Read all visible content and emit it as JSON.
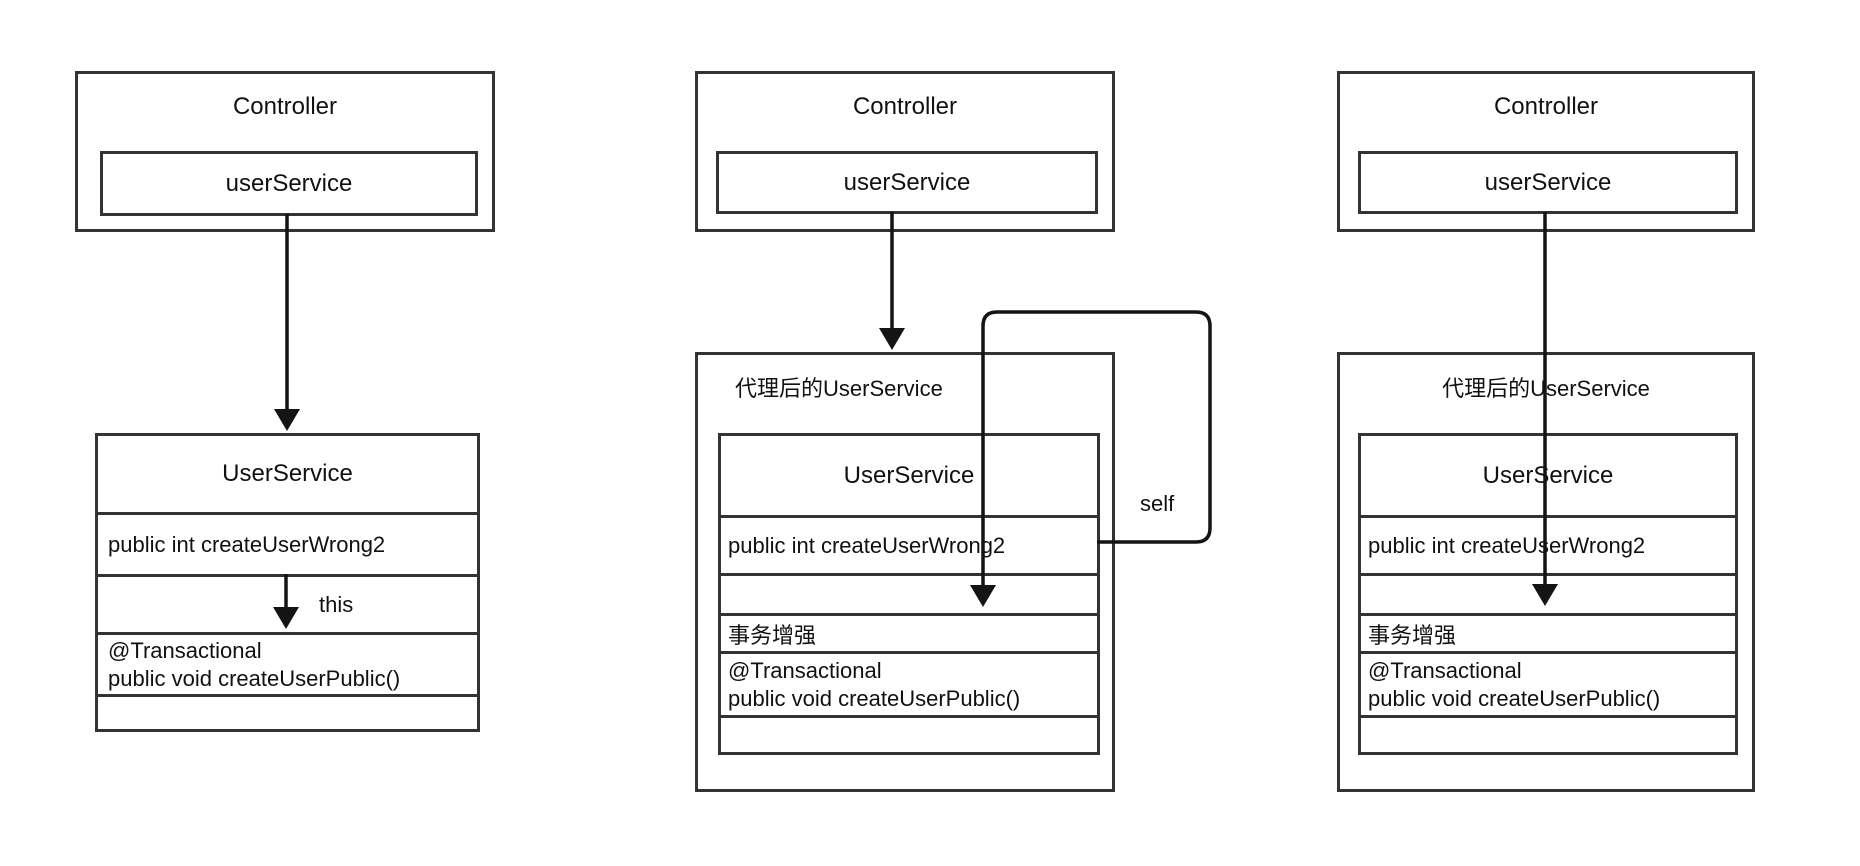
{
  "colors": {
    "line": "#333333",
    "arrow": "#141414",
    "background": "#ffffff",
    "text": "#111111"
  },
  "panels": {
    "left": {
      "controller_title": "Controller",
      "controller_field": "userService",
      "service_title": "UserService",
      "method_row": "public int createUserWrong2",
      "annotation_line1": "@Transactional",
      "annotation_line2": "public void createUserPublic()",
      "call_label": "this"
    },
    "middle": {
      "controller_title": "Controller",
      "controller_field": "userService",
      "proxy_title": "代理后的UserService",
      "service_title": "UserService",
      "method_row": "public int createUserWrong2",
      "enhance_row": "事务增强",
      "annotation_line1": "@Transactional",
      "annotation_line2": "public void createUserPublic()",
      "call_label": "self"
    },
    "right": {
      "controller_title": "Controller",
      "controller_field": "userService",
      "proxy_title": "代理后的UserService",
      "service_title": "UserService",
      "method_row": "public int createUserWrong2",
      "enhance_row": "事务增强",
      "annotation_line1": "@Transactional",
      "annotation_line2": "public void createUserPublic()"
    }
  }
}
